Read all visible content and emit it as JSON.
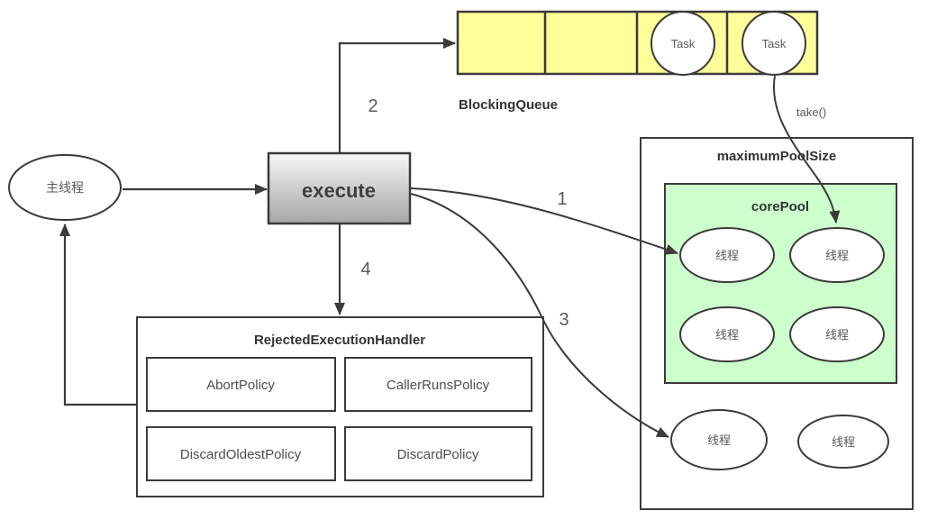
{
  "colors": {
    "line": "#3b3b3b",
    "queue_fill": "#ffff99",
    "core_pool_fill": "#ccffcc",
    "execute_gradient_top": "#f7f7f7",
    "execute_gradient_bottom": "#a6a6a6",
    "title_text": "#333333",
    "label_text": "#595959"
  },
  "nodes": {
    "main_thread": {
      "label": "主线程"
    },
    "execute": {
      "label": "execute"
    },
    "blocking_queue": {
      "title": "BlockingQueue",
      "cell_count": 4,
      "tasks": [
        {
          "label": "Task"
        },
        {
          "label": "Task"
        }
      ]
    },
    "maximum_pool": {
      "title": "maximumPoolSize"
    },
    "core_pool": {
      "title": "corePool",
      "threads": [
        {
          "label": "线程"
        },
        {
          "label": "线程"
        },
        {
          "label": "线程"
        },
        {
          "label": "线程"
        }
      ]
    },
    "overflow_threads": [
      {
        "label": "线程"
      },
      {
        "label": "线程"
      }
    ],
    "handler": {
      "title": "RejectedExecutionHandler",
      "policies": [
        {
          "label": "AbortPolicy"
        },
        {
          "label": "CallerRunsPolicy"
        },
        {
          "label": "DiscardOldestPolicy"
        },
        {
          "label": "DiscardPolicy"
        }
      ]
    }
  },
  "edges": {
    "step1": "1",
    "step2": "2",
    "step3": "3",
    "step4": "4",
    "take": "take()"
  }
}
